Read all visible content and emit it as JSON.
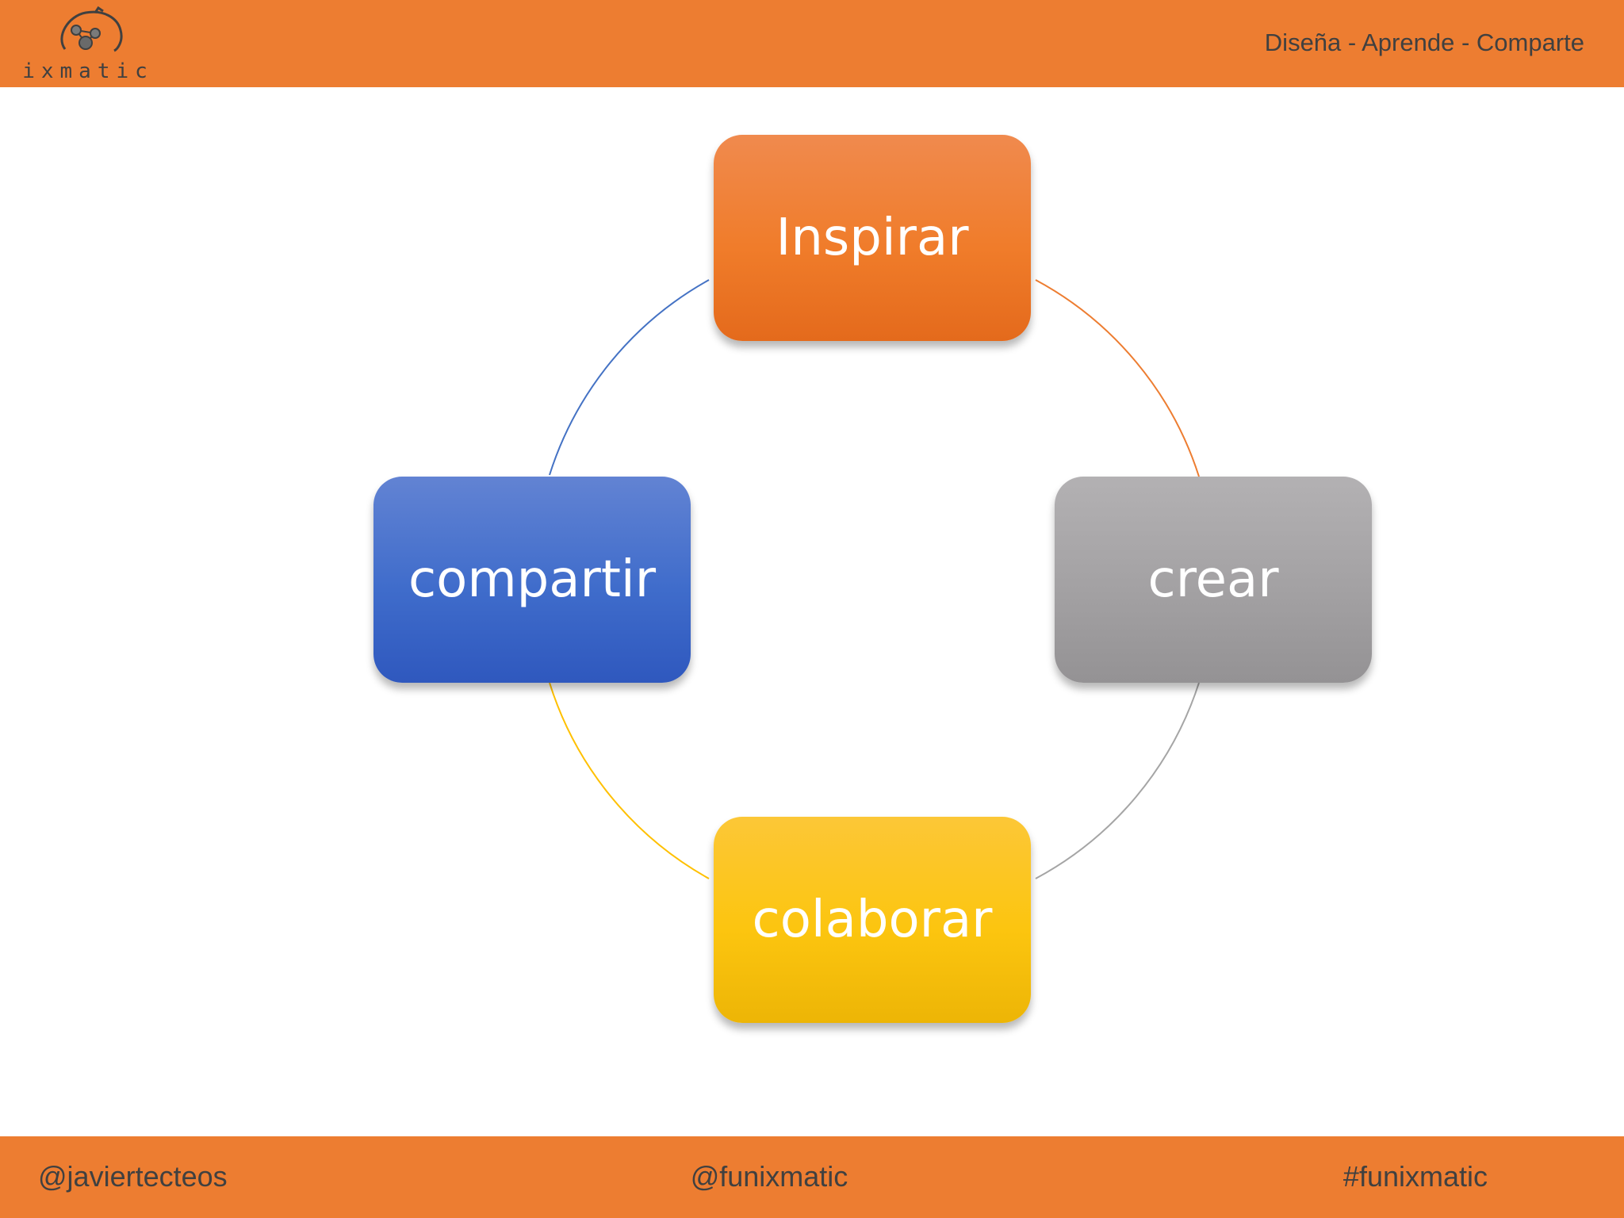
{
  "header": {
    "logo_text": "ixmatic",
    "tagline": "Diseña - Aprende - Comparte"
  },
  "cycle": {
    "nodes": [
      {
        "label": "Inspirar",
        "color": "#ED7D31"
      },
      {
        "label": "crear",
        "color": "#A5A5A5"
      },
      {
        "label": "colaborar",
        "color": "#FFC000"
      },
      {
        "label": "compartir",
        "color": "#4472C4"
      }
    ],
    "connector_colors": [
      "#ED7D31",
      "#A5A5A5",
      "#FFC000",
      "#4472C4"
    ]
  },
  "footer": {
    "left": "@javiertecteos",
    "center": "@funixmatic",
    "right": "#funixmatic"
  },
  "colors": {
    "banner": "#ED7D31",
    "text_dark": "#404040"
  }
}
